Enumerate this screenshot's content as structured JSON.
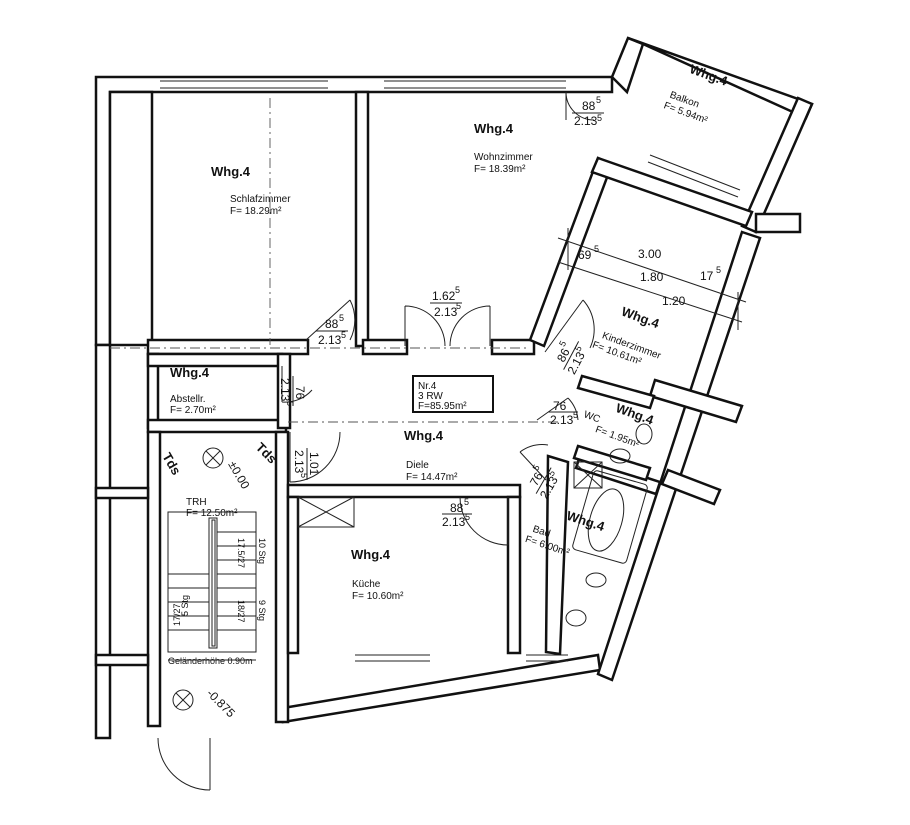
{
  "unit": {
    "label": "Whg.4",
    "nr_box": {
      "line1": "Nr.4",
      "line2": "3 RW",
      "line3": "F=85.95m²"
    }
  },
  "rooms": {
    "schlafzimmer": {
      "unit": "Whg.4",
      "name": "Schlafzimmer",
      "area": "F= 18.29m²"
    },
    "wohnzimmer": {
      "unit": "Whg.4",
      "name": "Wohnzimmer",
      "area": "F= 18.39m²"
    },
    "balkon": {
      "unit": "Whg.4",
      "name": "Balkon",
      "area": "F= 5.94m²"
    },
    "kinderzimmer": {
      "unit": "Whg.4",
      "name": "Kinderzimmer",
      "area": "F= 10.61m²"
    },
    "abstellr": {
      "unit": "Whg.4",
      "name": "Abstellr.",
      "area": "F= 2.70m²"
    },
    "wc": {
      "unit": "Whg.4",
      "name": "WC",
      "area": "F= 1.95m²"
    },
    "diele": {
      "unit": "Whg.4",
      "name": "Diele",
      "area": "F= 14.47m²"
    },
    "kueche": {
      "unit": "Whg.4",
      "name": "Küche",
      "area": "F= 10.60m²"
    },
    "bad": {
      "unit": "Whg.4",
      "name": "Bad",
      "area": "F= 6.00m²"
    },
    "trh": {
      "name": "TRH",
      "area": "F= 12.50m²"
    }
  },
  "doors": {
    "balkon": {
      "w": "88",
      "w_sup": "5",
      "h": "2.13",
      "h_sup": "5"
    },
    "wohnzimmer": {
      "w": "1.62",
      "w_sup": "5",
      "h": "2.13",
      "h_sup": "5"
    },
    "schlafzimmer": {
      "w": "88",
      "w_sup": "5",
      "h": "2.13",
      "h_sup": "5"
    },
    "kinderzimmer": {
      "w": "86",
      "w_sup": "5",
      "h": "2.13",
      "h_sup": "5"
    },
    "abstellr": {
      "w": "76",
      "h": "2.13",
      "h_sup": "5"
    },
    "wc": {
      "w": "76",
      "h": "2.13",
      "h_sup": "5"
    },
    "entrance": {
      "w": "1.01",
      "h": "2.13",
      "h_sup": "5"
    },
    "kueche": {
      "w": "88",
      "w_sup": "5",
      "h": "2.13",
      "h_sup": "5"
    },
    "bad": {
      "w": "76",
      "w_sup": "5",
      "h": "2.13",
      "h_sup": "5"
    }
  },
  "dimensions": {
    "top": "3.00",
    "left": "69",
    "left_sup": "5",
    "middle": "1.80",
    "right": "17",
    "right_sup": "5",
    "window": "1.20"
  },
  "stairs": {
    "tds": "Tds",
    "level_upper": "±0.00",
    "level_lower": "-0.875",
    "flight_up": "10 Stg",
    "flight_up_ratio": "17.5/27",
    "flight_down": "9 Stg",
    "flight_down_ratio": "18/27",
    "flight_left": "5 Stg",
    "flight_left_ratio": "17/27",
    "railing": "Geländerhöhe 0.90m"
  }
}
